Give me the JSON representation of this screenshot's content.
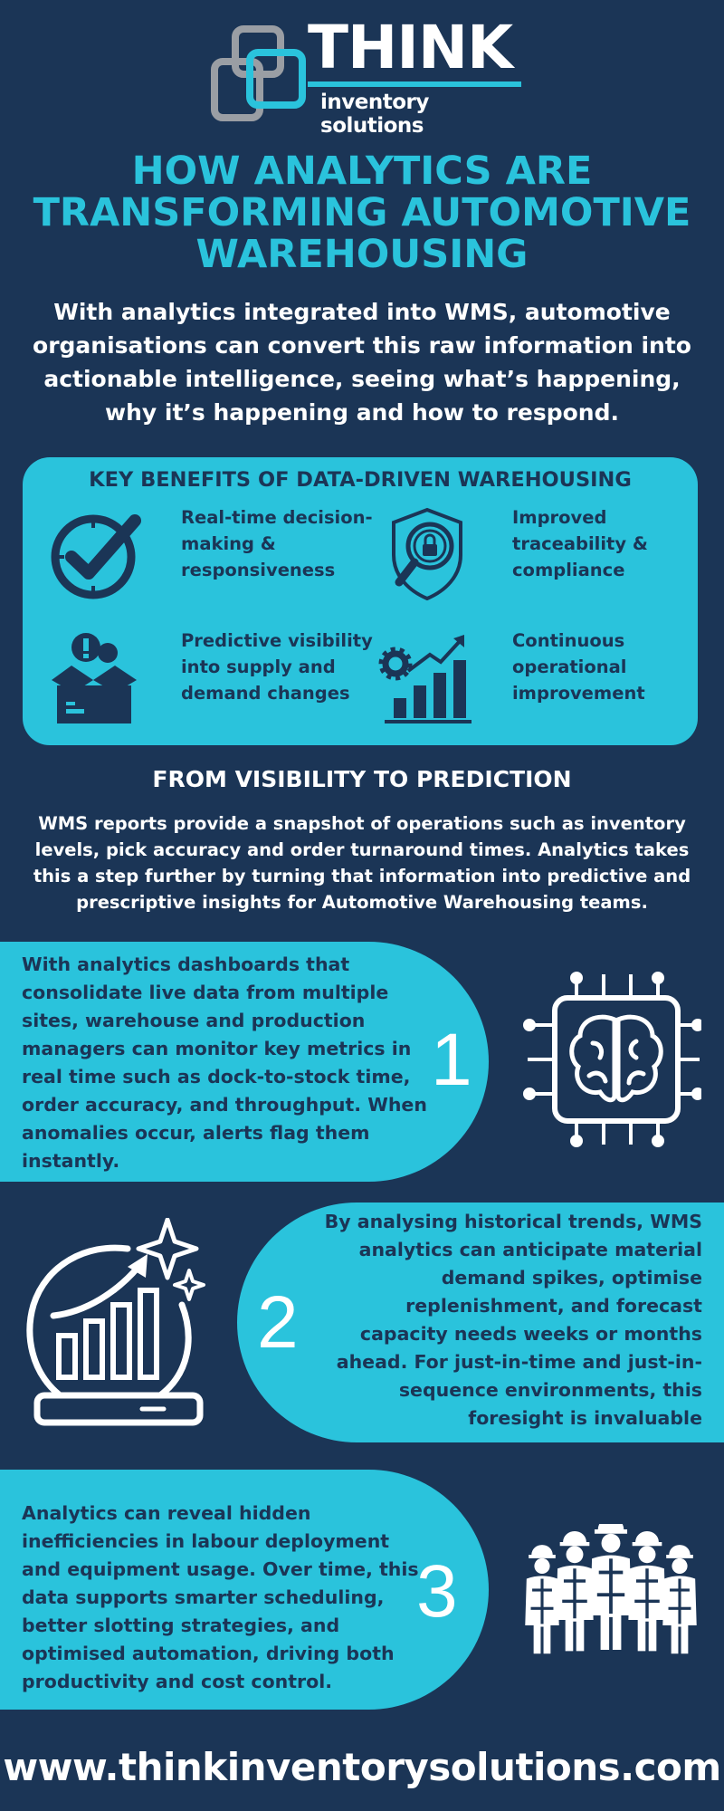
{
  "logo": {
    "wordmark": "THINK",
    "subtitle": "inventory solutions"
  },
  "title": "HOW ANALYTICS ARE TRANSFORMING AUTOMOTIVE WAREHOUSING",
  "intro": "With analytics integrated into WMS, automotive organisations can convert this raw information into actionable intelligence, seeing what’s happening, why it’s happening and how to respond.",
  "benefits": {
    "heading": "KEY BENEFITS OF DATA-DRIVEN WAREHOUSING",
    "items": [
      {
        "label": "Real-time decision-making & responsiveness",
        "icon": "clock-check-icon"
      },
      {
        "label": "Improved traceability & compliance",
        "icon": "shield-magnifier-lock-icon"
      },
      {
        "label": "Predictive visibility into supply and demand changes",
        "icon": "open-box-alert-icon"
      },
      {
        "label": "Continuous operational improvement",
        "icon": "gear-growth-chart-icon"
      }
    ]
  },
  "visibility": {
    "heading": "FROM VISIBILITY TO PREDICTION",
    "body": "WMS reports provide a snapshot of operations such as inventory levels, pick accuracy and order turnaround times. Analytics takes this a step further by turning that information into predictive and prescriptive insights for Automotive Warehousing teams."
  },
  "steps": [
    {
      "number": "1",
      "text": "With analytics dashboards that consolidate live data from multiple sites, warehouse and production managers can monitor key metrics in real time such as dock-to-stock time, order accuracy, and throughput. When anomalies occur, alerts flag them instantly.",
      "icon": "brain-chip-icon"
    },
    {
      "number": "2",
      "text": "By analysing historical trends, WMS analytics can anticipate material demand spikes, optimise replenishment, and forecast capacity needs weeks or months ahead. For just-in-time and just-in-sequence environments, this foresight is invaluable",
      "icon": "crystal-ball-chart-icon"
    },
    {
      "number": "3",
      "text": "Analytics can reveal hidden inefficiencies in labour deployment and equipment usage. Over time, this data supports smarter scheduling, better slotting strategies, and optimised automation, driving both productivity and cost control.",
      "icon": "workers-team-icon"
    }
  ],
  "website": "www.thinkinventorysolutions.com",
  "colors": {
    "background": "#1b3556",
    "accent": "#2ac3dc",
    "text": "#ffffff"
  }
}
